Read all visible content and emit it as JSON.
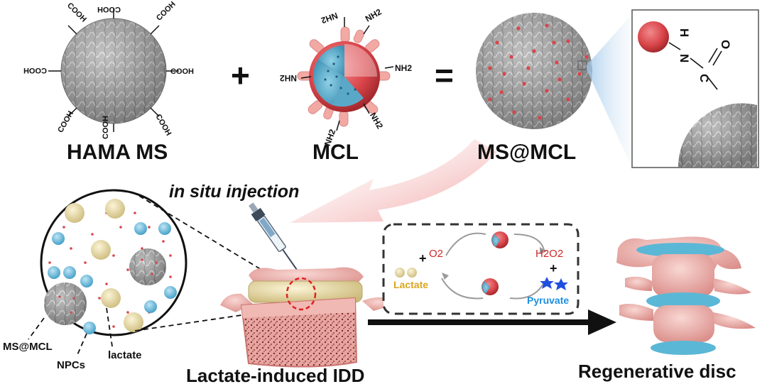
{
  "titles": {
    "hama_ms": "HAMA MS",
    "mcl": "MCL",
    "ms_mcl": "MS@MCL",
    "injection": "in situ injection",
    "idd": "Lactate-induced IDD",
    "regenerative": "Regenerative disc"
  },
  "operators": {
    "plus": "+",
    "equals": "="
  },
  "hama_groups": [
    "COOH",
    "COOH",
    "COOH",
    "COOH",
    "COOH",
    "COOH",
    "COOH",
    "COOH"
  ],
  "mcl_groups": [
    "NH2",
    "NH2",
    "NH2",
    "NH2",
    "NH2",
    "NH2"
  ],
  "zoom_bond": {
    "h": "H",
    "n": "N",
    "c": "C",
    "o": "O"
  },
  "legend_labels": {
    "ms_mcl": "MS@MCL",
    "npcs": "NPCs",
    "lactate": "lactate"
  },
  "reaction": {
    "lactate_label": "Lactate",
    "o2": "O2",
    "h2o2": "H2O2",
    "pyruvate_label": "Pyruvate",
    "plus": "+"
  },
  "colors": {
    "gray_sphere": "#8e8e8e",
    "red_core": "#d9454a",
    "pink_bone": "#f0b7b3",
    "cream_disc": "#eadfaf",
    "blue_disc": "#5bb7d6",
    "lactate_gold": "#d9a521",
    "pyruvate_blue": "#1f4fe0",
    "o2_red": "#d02828"
  }
}
